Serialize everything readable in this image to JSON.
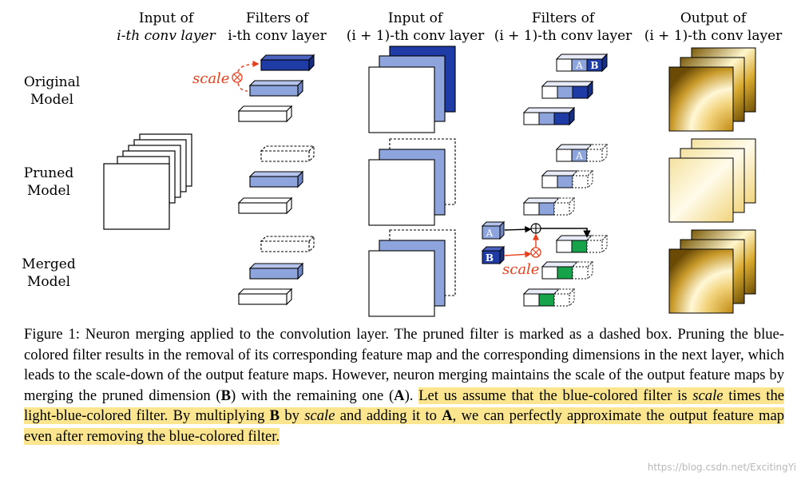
{
  "figure": {
    "columns": [
      {
        "line1": "Input of",
        "line2": "i-th conv layer"
      },
      {
        "line1": "Filters of",
        "line2": "i-th conv layer"
      },
      {
        "line1": "Input of",
        "line2": "(i + 1)-th conv layer"
      },
      {
        "line1": "Filters of",
        "line2": "(i + 1)-th conv layer"
      },
      {
        "line1": "Output of",
        "line2": "(i + 1)-th conv layer"
      }
    ],
    "rows": [
      {
        "line1": "Original",
        "line2": "Model"
      },
      {
        "line1": "Pruned",
        "line2": "Model"
      },
      {
        "line1": "Merged",
        "line2": "Model"
      }
    ],
    "scale_label": "scale",
    "label_a": "A",
    "label_b": "B",
    "colors": {
      "blue": "#1f3ca6",
      "light_blue": "#8ea4dc",
      "green": "#16a34a",
      "red": "#e8401c",
      "highlight": "#fbe68f"
    }
  },
  "caption": {
    "part1": "Figure 1: Neuron merging applied to the convolution layer. The pruned filter is marked as a dashed box. Pruning the blue-colored filter results in the removal of its corresponding feature map and the corresponding dimensions in the next layer, which leads to the scale-down of the output feature maps. However, neuron merging maintains the scale of the output feature maps by merging the pruned dimension (",
    "b1": "B",
    "part2": ") with the remaining one (",
    "a1": "A",
    "part3": "). ",
    "hl1": "Let us assume that the blue-colored filter is ",
    "scale1": "scale",
    "hl2": " times the light-blue-colored filter. By multiplying ",
    "b2": "B",
    "hl3": " by ",
    "scale2": "scale",
    "hl4": " and adding it to ",
    "a2": "A",
    "hl5": ", we can perfectly approximate the output feature map even after removing the blue-colored filter."
  },
  "watermark": "https://blog.csdn.net/ExcitingYi"
}
